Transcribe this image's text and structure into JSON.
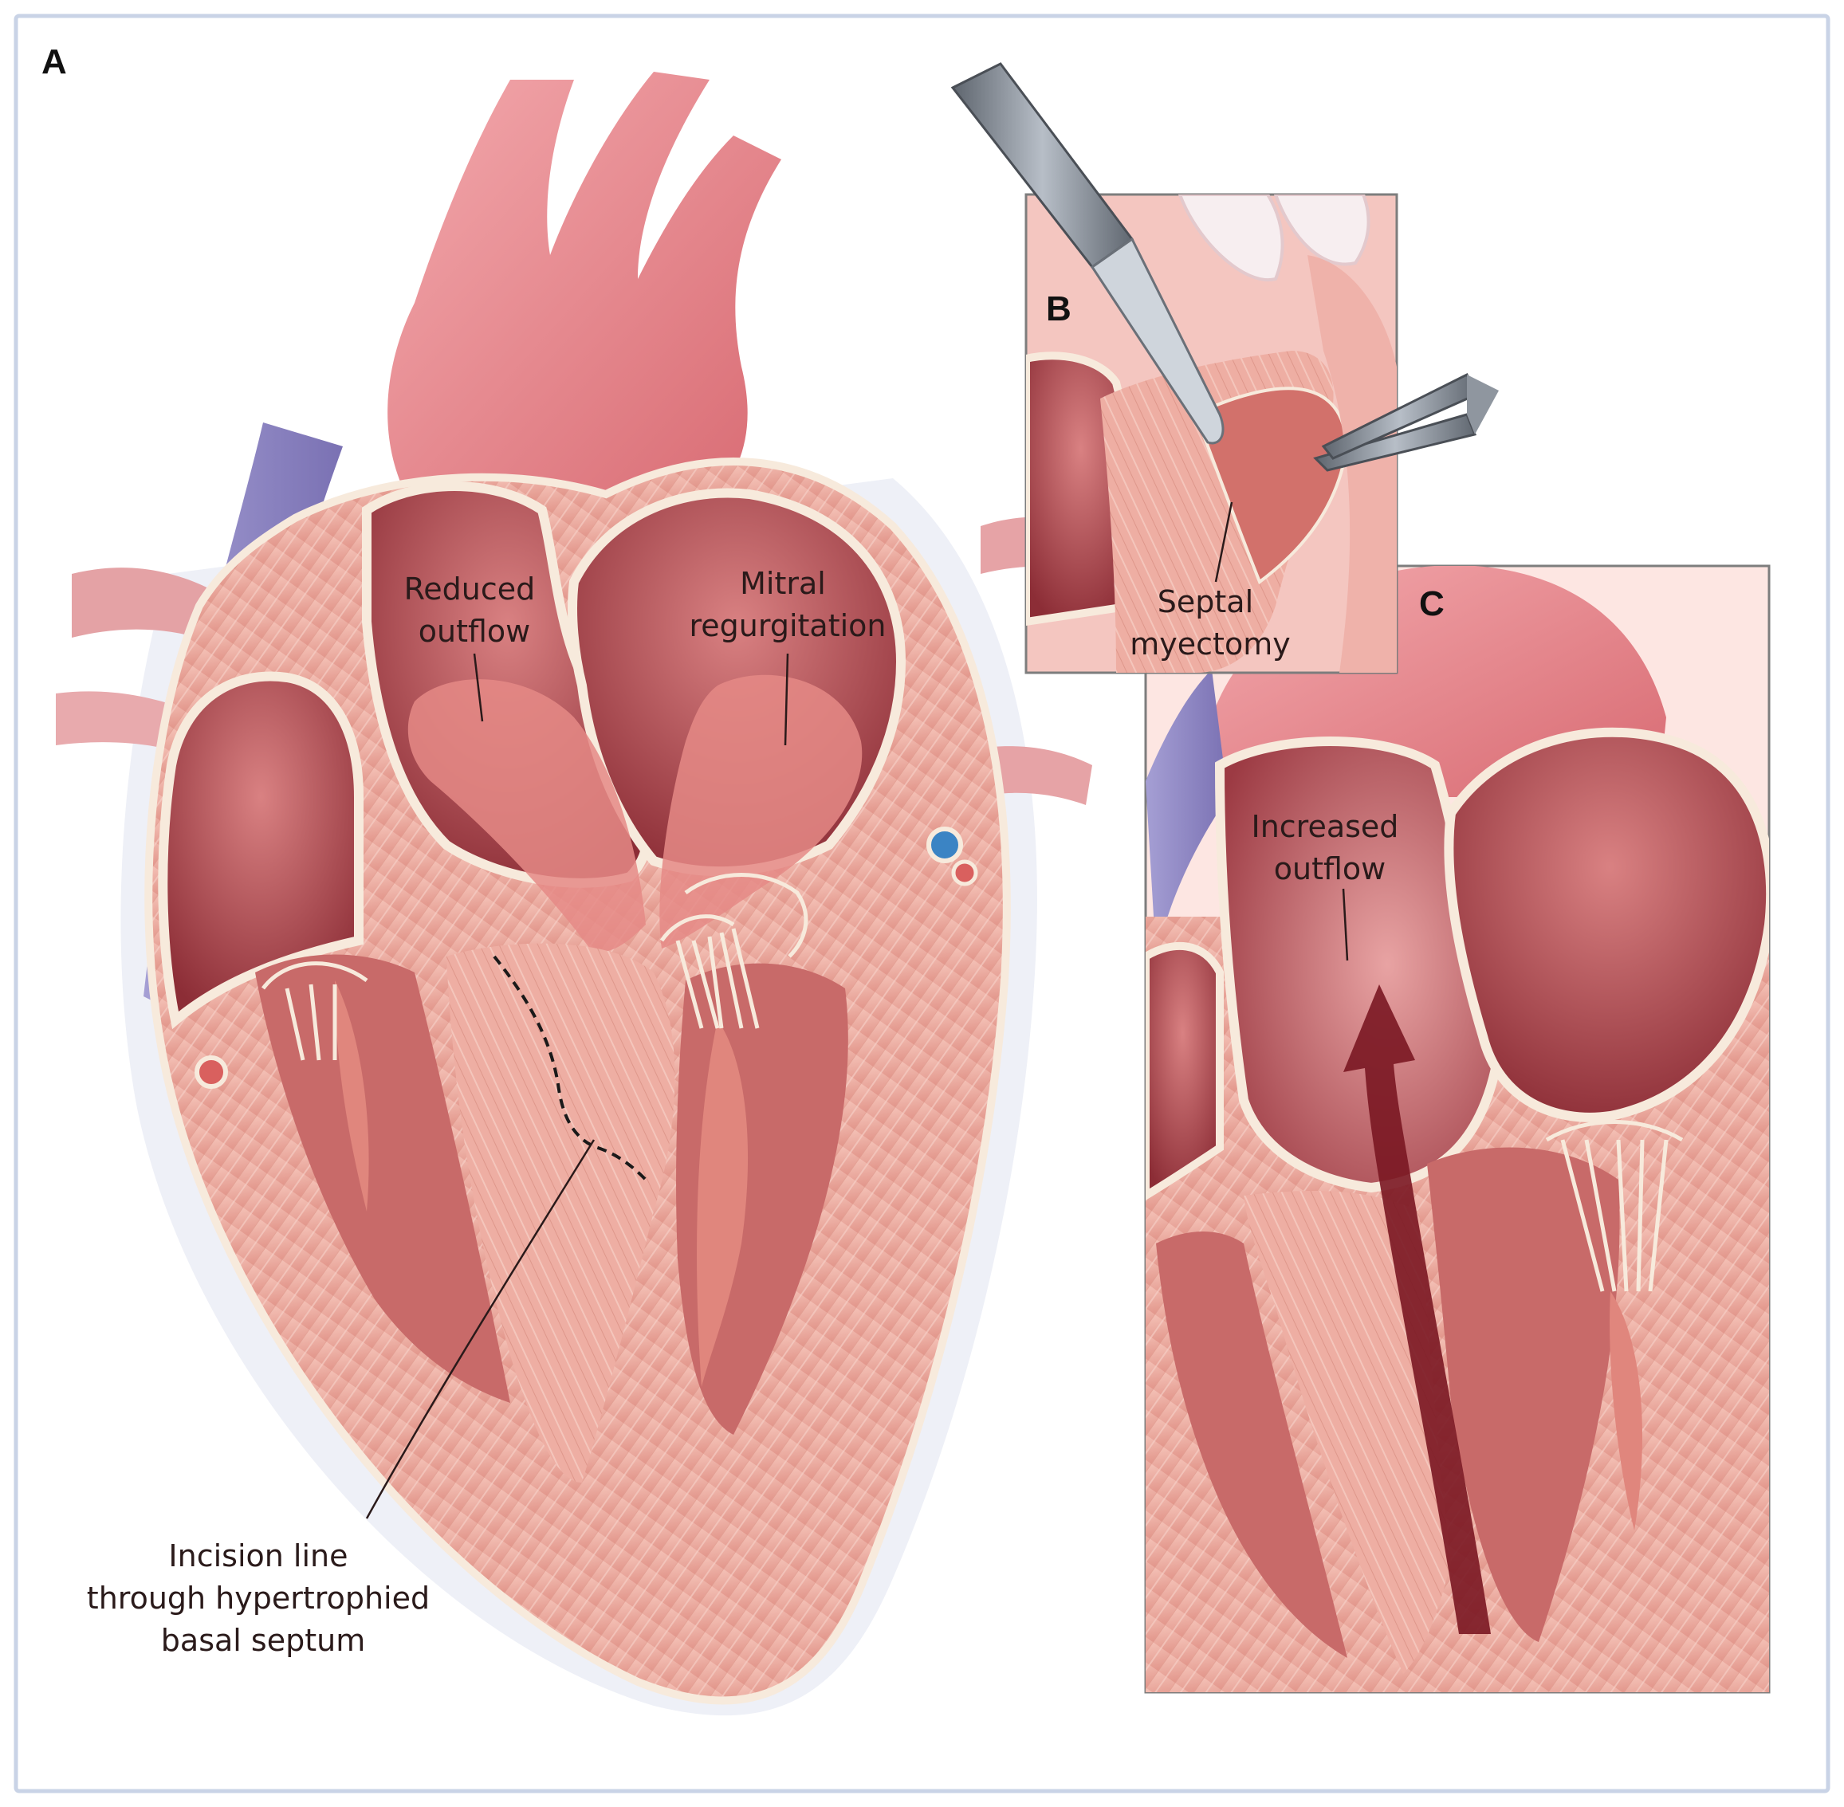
{
  "panels": {
    "a": {
      "letter": "A"
    },
    "b": {
      "letter": "B"
    },
    "c": {
      "letter": "C"
    }
  },
  "labels": {
    "reduced_outflow": [
      "Reduced",
      "outflow"
    ],
    "mitral_regurgitation": [
      "Mitral",
      "regurgitation"
    ],
    "septal_myectomy": [
      "Septal",
      "myectomy"
    ],
    "increased_outflow": [
      "Increased",
      "outflow"
    ],
    "incision_line": [
      "Incision line",
      "through hypertrophied",
      "basal septum"
    ]
  },
  "colors": {
    "frame": "#c9d3e6",
    "myocardium": "#e9a49a",
    "muscle_light": "#f3c3b8",
    "chamber": "#b85a5c",
    "chamber_dark": "#8c2d36",
    "aorta": "#e6868c",
    "vein": "#8f86c4",
    "valve": "#f7eadc",
    "jet": "#e58a86",
    "flow_arrow": "#7a1722",
    "instrument": "#7d8590"
  },
  "icons": {
    "scalpel": "scalpel-icon",
    "forceps": "forceps-icon"
  }
}
